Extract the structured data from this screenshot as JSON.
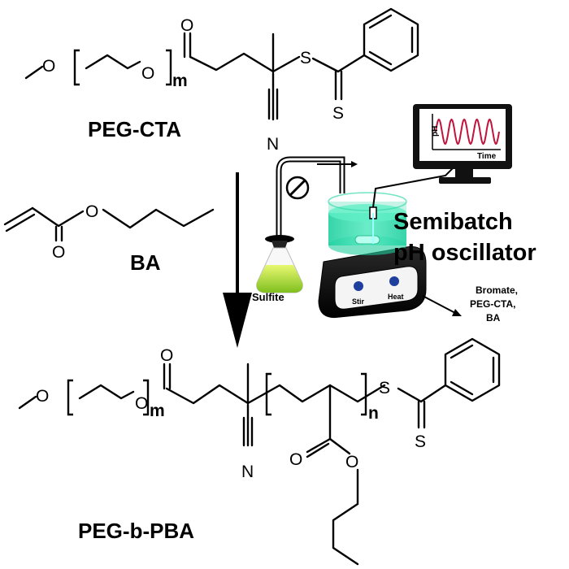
{
  "molecules": {
    "peg_cta": {
      "name": "PEG-CTA",
      "atoms": {
        "o_methoxy": "O",
        "o_ester": "O",
        "o_carbonyl": "O",
        "s_thio": "S",
        "s_thione": "S",
        "n_nitrile": "N"
      },
      "repeat_index": "m"
    },
    "ba": {
      "name": "BA",
      "atoms": {
        "o_ester": "O",
        "o_carbonyl": "O"
      }
    },
    "peg_b_pba": {
      "name": "PEG-b-PBA",
      "atoms": {
        "o_methoxy": "O",
        "o_ester": "O",
        "o_carbonyl": "O",
        "s_thio": "S",
        "s_thione": "S",
        "n_nitrile": "N",
        "o_ba_carbonyl": "O",
        "o_ba_ester": "O"
      },
      "repeat_index_peg": "m",
      "repeat_index_pba": "n"
    }
  },
  "setup": {
    "title_line1": "Semibatch",
    "title_line2": "pH oscillator",
    "flask_label": "Sulfite",
    "stirrer_buttons": [
      "Stir",
      "Heat"
    ],
    "feed_lines": [
      "Bromate,",
      "PEG-CTA,",
      "BA"
    ],
    "monitor": {
      "ylabel": "pH",
      "xlabel": "Time",
      "wave_color": "#c0143c"
    },
    "colors": {
      "flask_liquid": "#9acd32",
      "beaker_liquid": "#2fe0b0",
      "stirrer_body": "#1c1c1c",
      "button": "#1f3f9e"
    }
  }
}
